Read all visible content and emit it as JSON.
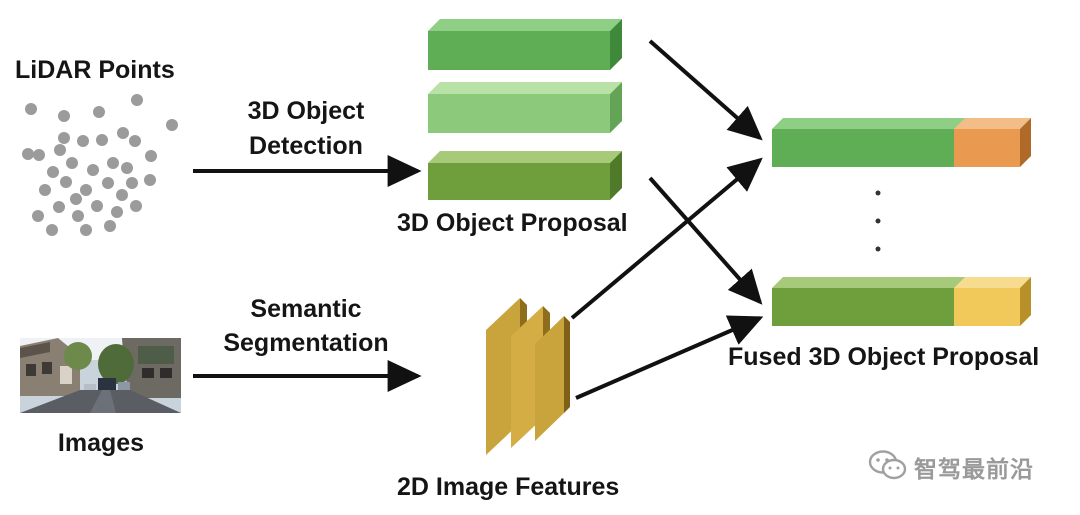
{
  "labels": {
    "lidar_points": "LiDAR Points",
    "detection_line1": "3D Object",
    "detection_line2": "Detection",
    "object_proposal": "3D Object Proposal",
    "segmentation_line1": "Semantic",
    "segmentation_line2": "Segmentation",
    "images": "Images",
    "image_features": "2D Image Features",
    "fused_proposal": "Fused 3D Object Proposal"
  },
  "watermark": {
    "text": "智驾最前沿",
    "icon": "wechat-icon"
  },
  "colors": {
    "proposal_top": "#5fae56",
    "proposal_middle": "#8dc97a",
    "proposal_bottom": "#6f9f3d",
    "lidar_point": "#9b9b9b",
    "feature_map": "#c9a33b",
    "fused_orange": "#e99a50",
    "fused_yellow": "#f1c95a",
    "arrow": "#111111"
  }
}
